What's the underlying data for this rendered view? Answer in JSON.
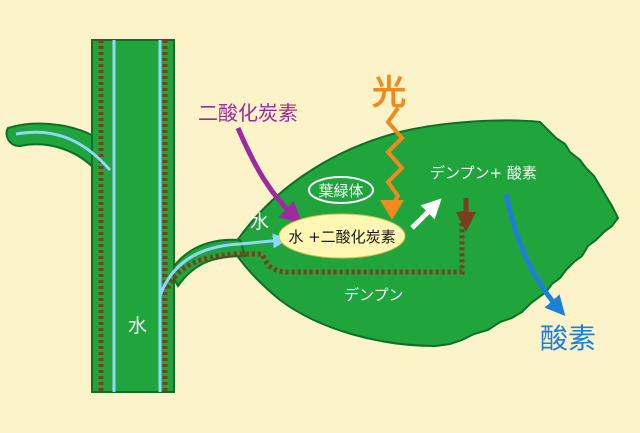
{
  "labels": {
    "light": "光",
    "co2": "二酸化炭素",
    "chloroplast": "葉緑体",
    "water_leaf": "水",
    "reaction": "水 +二酸化炭素",
    "products": "デンプン+ 酸素",
    "starch": "デンプン",
    "oxygen": "酸素",
    "water_stem": "水"
  },
  "colors": {
    "background": "#fdf3c8",
    "plant_green": "#1fa53c",
    "plant_outline": "#0f6f26",
    "leaf_vein_light": "#6fd07a",
    "water_arrow": "#8fd6ff",
    "starch_path": "#7a3f1c",
    "light_arrow": "#f08a1e",
    "co2_arrow": "#9c2c9c",
    "oxygen_arrow": "#1e7fd8",
    "product_arrow": "#ffffff",
    "reaction_ellipse": "#fff7b3"
  },
  "icons": {
    "light_symbol": "zigzag-light-arrow",
    "co2_symbol": "purple-arrow",
    "water_symbol": "light-blue-arrow",
    "starch_symbol": "brown-dotted-path",
    "oxygen_symbol": "blue-arrow"
  }
}
